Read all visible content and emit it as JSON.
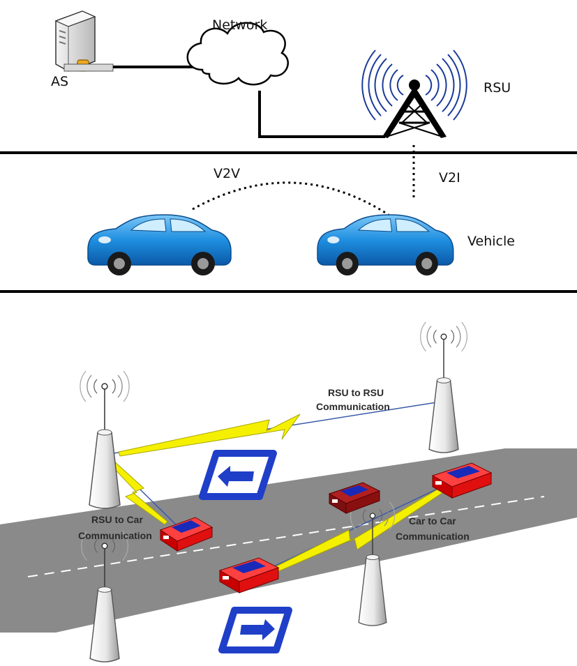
{
  "top_panel": {
    "labels": {
      "as": "AS",
      "network": "Network",
      "rsu": "RSU",
      "v2v": "V2V",
      "v2i": "V2I",
      "vehicle": "Vehicle"
    }
  },
  "bottom_panel": {
    "labels": {
      "rsu_to_rsu_line1": "RSU to RSU",
      "rsu_to_rsu_line2": "Communication",
      "rsu_to_car_line1": "RSU to Car",
      "rsu_to_car_line2": "Communication",
      "car_to_car_line1": "Car to Car",
      "car_to_car_line2": "Communication"
    }
  },
  "colors": {
    "car_blue": "#1f8fe0",
    "road_gray": "#8a8a8a",
    "signal_blue": "#1a3a9a",
    "lightning_yellow": "#f4f000",
    "car_red": "#e01010",
    "car_dark_red": "#8a1010",
    "arrow_blue": "#1f3fc8"
  }
}
